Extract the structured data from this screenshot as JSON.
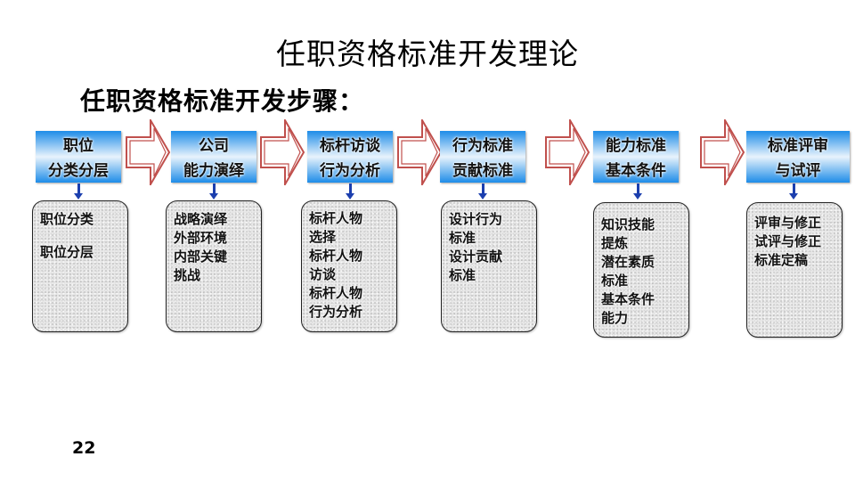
{
  "slide": {
    "title": "任职资格标准开发理论",
    "subtitle": "任职资格标准开发步骤：",
    "page_number": "22"
  },
  "steps": [
    {
      "header": [
        "职位",
        "分类分层"
      ],
      "details": [
        "职位分类",
        "职位分层"
      ]
    },
    {
      "header": [
        "公司",
        "能力演绎"
      ],
      "details": [
        "战略演绎",
        "外部环境",
        "内部关键",
        "挑战"
      ]
    },
    {
      "header": [
        "标杆访谈",
        "行为分析"
      ],
      "details": [
        "标杆人物",
        "选择",
        "标杆人物",
        "访谈",
        "标杆人物",
        "行为分析"
      ]
    },
    {
      "header": [
        "行为标准",
        "贡献标准"
      ],
      "details": [
        "设计行为",
        "标准",
        "设计贡献",
        "标准"
      ]
    },
    {
      "header": [
        "能力标准",
        "基本条件"
      ],
      "details": [
        "知识技能",
        "提炼",
        "潜在素质",
        "标准",
        "基本条件",
        "能力"
      ]
    },
    {
      "header": [
        "标准评审",
        "与试评"
      ],
      "details": [
        "评审与修正",
        "试评与修正",
        "标准定稿"
      ]
    }
  ],
  "colors": {
    "header_blue": "#1e8ce8",
    "arrow_outline": "#c0504d",
    "connector": "#1c3fae"
  }
}
